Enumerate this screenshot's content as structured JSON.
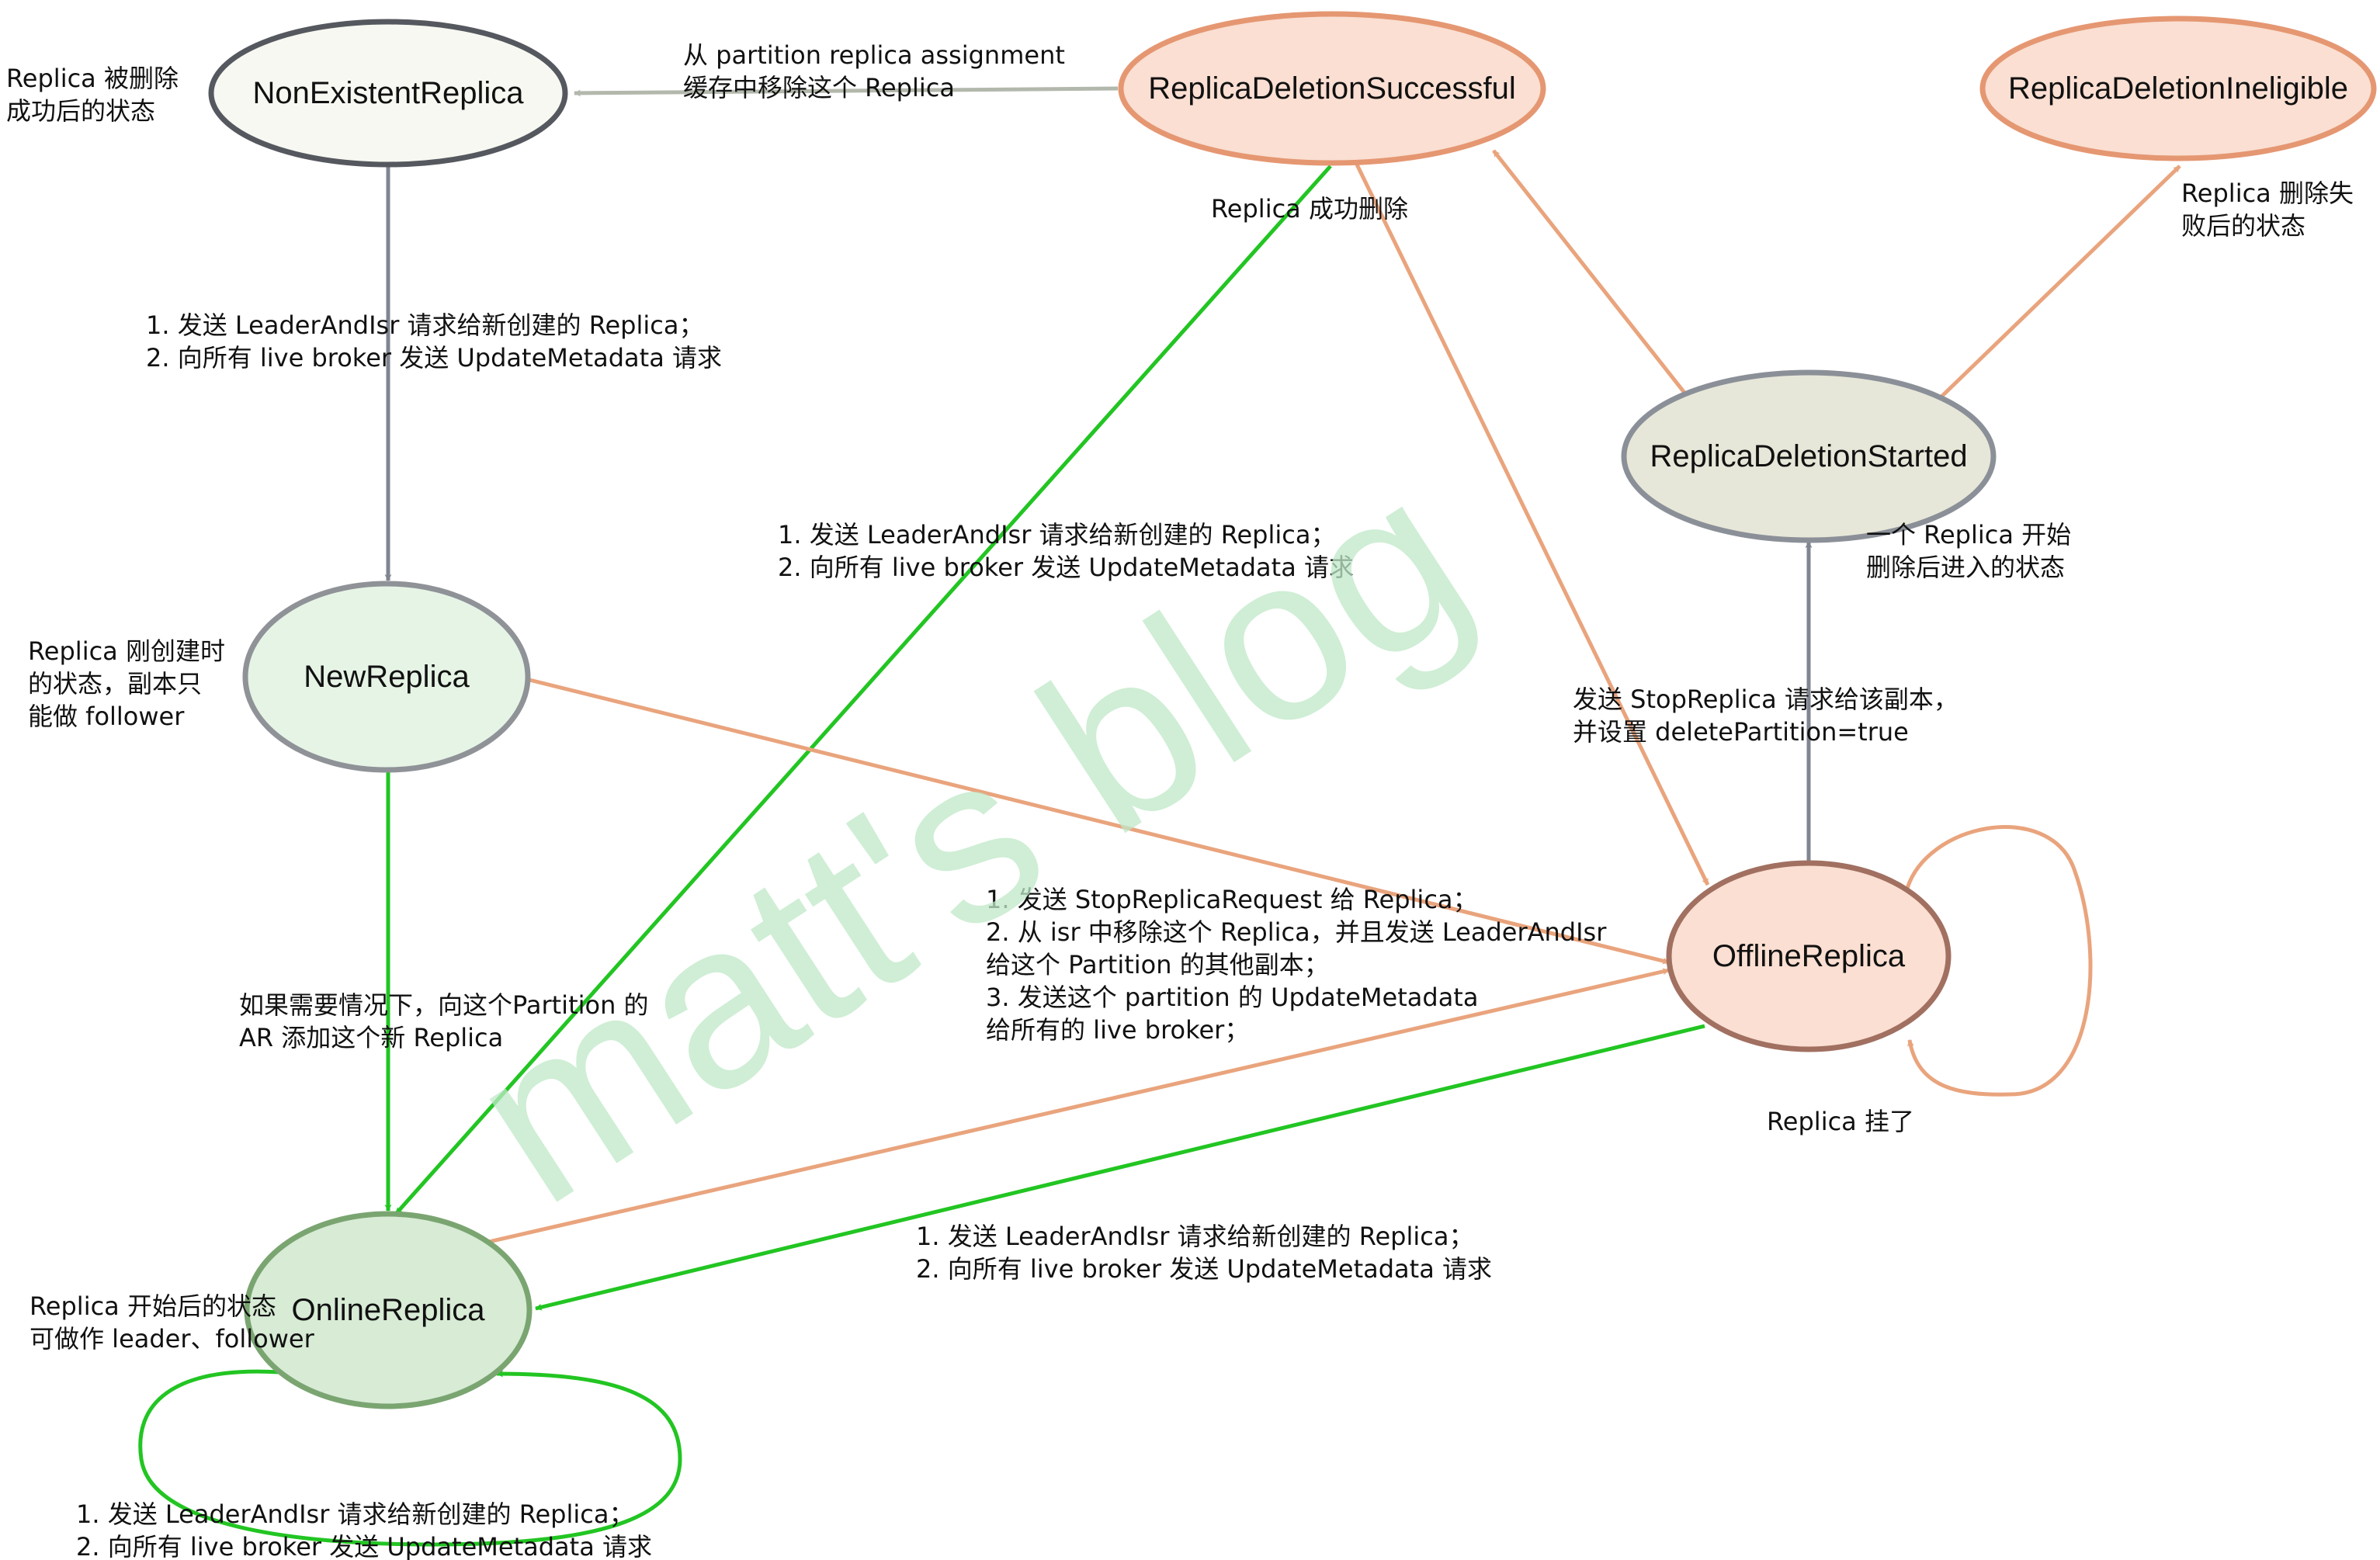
{
  "watermark": "matt's blog",
  "colors": {
    "grey_edge": "#7f8591",
    "light_grey_edge": "#b3b8ac",
    "orange_edge": "#e9a47d",
    "green_edge": "#22c522",
    "node_fill_green": "#e6f4e6",
    "node_fill_orange": "#fadfd2",
    "node_fill_olive": "#e7e7d9",
    "node_fill_white": "#f6f8f1"
  },
  "nodes": {
    "non_existent": "NonExistentReplica",
    "new": "NewReplica",
    "online": "OnlineReplica",
    "offline": "OfflineReplica",
    "deletion_started": "ReplicaDeletionStarted",
    "deletion_successful": "ReplicaDeletionSuccessful",
    "deletion_ineligible": "ReplicaDeletionIneligible"
  },
  "notes": {
    "non_existent_desc": [
      "Replica 被删除",
      "成功后的状态"
    ],
    "new_desc": [
      "Replica 刚创建时",
      "的状态，副本只",
      "能做 follower"
    ],
    "online_desc": [
      "Replica 开始后的状态",
      "可做作 leader、follower"
    ],
    "deletion_started_desc": [
      "一个 Replica 开始",
      "删除后进入的状态"
    ],
    "deletion_ineligible_desc": [
      "Replica 删除失",
      "败后的状态"
    ],
    "remove_from_cache": [
      "从 partition replica assignment",
      "缓存中移除这个 Replica"
    ],
    "deleted_success": "Replica 成功删除",
    "replica_died": "Replica 挂了",
    "nonexistent_to_new": [
      "1. 发送 LeaderAndIsr 请求给新创建的 Replica；",
      "2. 向所有 live broker 发送 UpdateMetadata 请求"
    ],
    "success_to_online": [
      "1. 发送 LeaderAndIsr 请求给新创建的 Replica；",
      "2. 向所有 live broker 发送 UpdateMetadata 请求"
    ],
    "offline_to_online": [
      "1. 发送 LeaderAndIsr 请求给新创建的 Replica；",
      "2. 向所有 live broker 发送 UpdateMetadata 请求"
    ],
    "online_self": [
      "1. 发送 LeaderAndIsr 请求给新创建的 Replica；",
      "2. 向所有 live broker 发送 UpdateMetadata 请求"
    ],
    "new_to_online": [
      "如果需要情况下，向这个Partition 的",
      "AR 添加这个新 Replica"
    ],
    "offline_to_deletion": [
      "发送 StopReplica 请求给该副本，",
      "并设置 deletePartition=true"
    ],
    "to_offline": [
      "1. 发送 StopReplicaRequest 给 Replica；",
      "2. 从 isr 中移除这个 Replica，并且发送 LeaderAndIsr",
      "    给这个 Partition 的其他副本；",
      "3. 发送这个 partition 的 UpdateMetadata",
      "    给所有的 live broker；"
    ]
  }
}
